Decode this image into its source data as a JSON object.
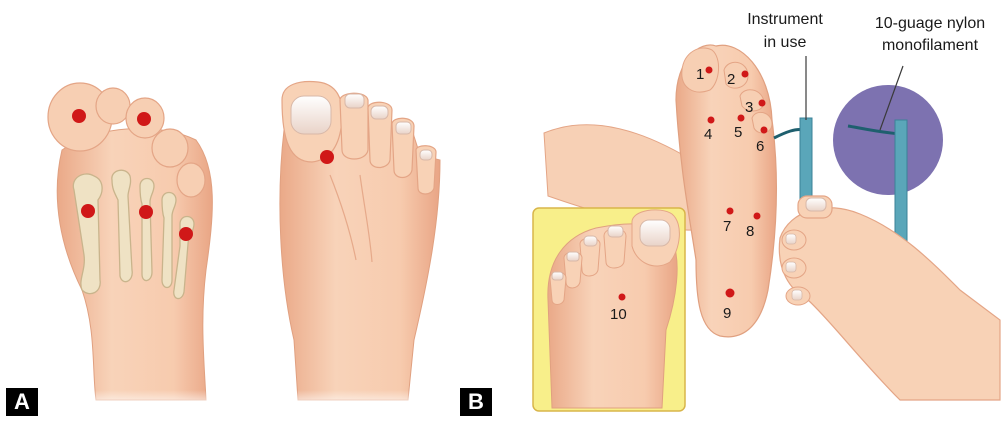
{
  "panels": {
    "a": "A",
    "b": "B"
  },
  "labels": {
    "instrument_line1": "Instrument",
    "instrument_line2": "in use",
    "filament_line1": "10-guage nylon",
    "filament_line2": "monofilament"
  },
  "test_sites": [
    "1",
    "2",
    "3",
    "4",
    "5",
    "6",
    "7",
    "8",
    "9",
    "10"
  ],
  "colors": {
    "skin": "#f7cdb0",
    "skin_shade": "#eeb597",
    "bone": "#efe2c4",
    "test_point": "#d01818",
    "inset_background": "#f8ef8a",
    "filament_circle": "#7d72b0",
    "instrument_rod": "#5aa6b9"
  }
}
